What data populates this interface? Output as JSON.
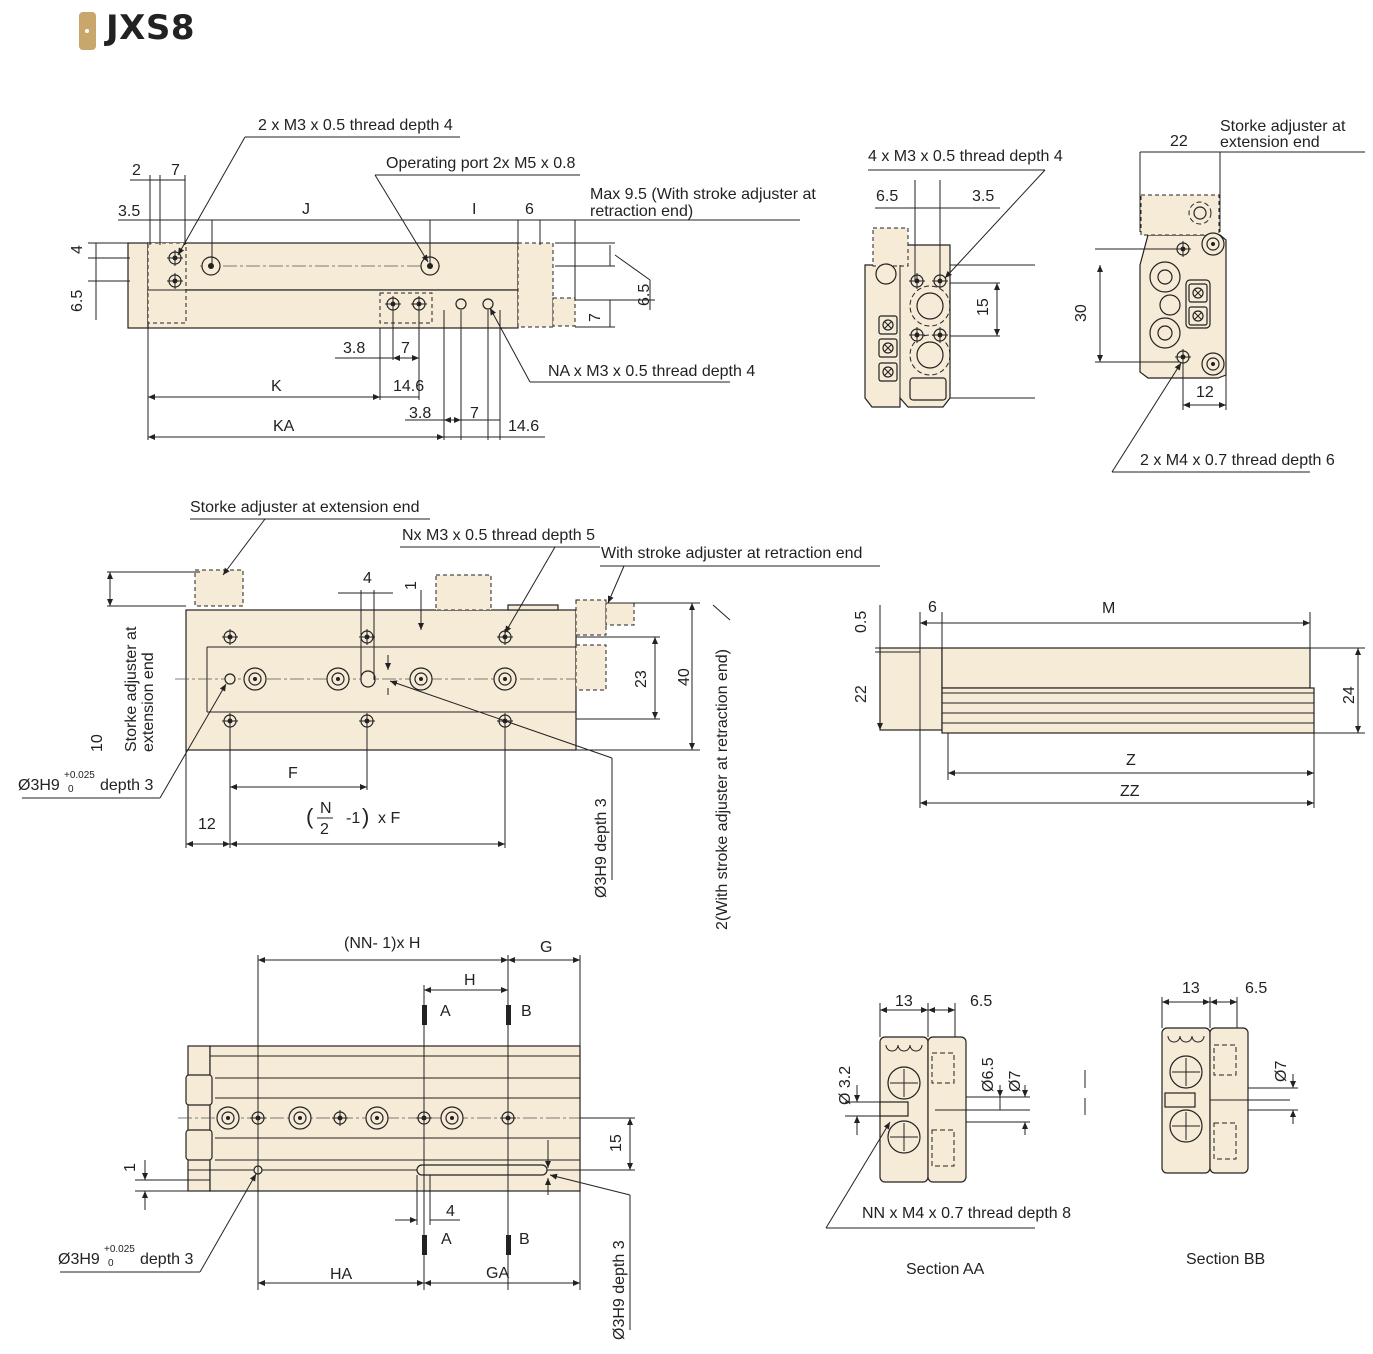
{
  "model": "JXS8",
  "colors": {
    "body": "#f6ebd7",
    "accent": "#c9a66b",
    "line": "#222222"
  },
  "side_view": {
    "note_mount_thread": "2 x M3 x 0.5 thread depth 4",
    "note_port": "Operating port 2x M5 x 0.8",
    "note_max_line1": "Max 9.5 (With stroke adjuster at",
    "note_max_line2": "retraction end)",
    "note_na": "NA x M3 x 0.5 thread depth 4",
    "dims": {
      "d2": "2",
      "d7": "7",
      "d35": "3.5",
      "J": "J",
      "I": "I",
      "d6": "6",
      "d4": "4",
      "d65": "6.5",
      "d65r": "6.5",
      "d7r": "7",
      "d38": "3.8",
      "d7b": "7",
      "K": "K",
      "d146": "14.6",
      "d38b": "3.8",
      "d7c": "7",
      "KA": "KA",
      "d146b": "14.6"
    }
  },
  "end_view_a": {
    "note": "4 x M3 x 0.5 thread depth 4",
    "d65": "6.5",
    "d35": "3.5",
    "d15": "15"
  },
  "end_view_b": {
    "note_line1": "Storke adjuster at",
    "note_line2": "extension end",
    "d22": "22",
    "d30": "30",
    "d12": "12",
    "note_bottom": "2 x M4 x 0.7 thread depth 6"
  },
  "top_view": {
    "note_stroke_ext": "Storke adjuster at extension end",
    "note_nx": "Nx M3 x 0.5 thread depth 5",
    "note_stroke_ret": "With stroke adjuster at retraction end",
    "vert_label_line1": "Storke adjuster at",
    "vert_label_line2": "extension end",
    "d10": "10",
    "d4": "4",
    "d1": "1",
    "d23": "23",
    "d40": "40",
    "vert_right": "2(With stroke adjuster at retraction end)",
    "pin_note_left": "Ø3H9",
    "pin_tol_top": "+0.025",
    "pin_tol_bot": "0",
    "pin_depth": "depth 3",
    "pin_vert": "Ø3H9 depth 3",
    "F": "F",
    "d12": "12",
    "formula_n": "N",
    "formula_2": "2",
    "formula_rest": "-1",
    "formula_xf": "x F"
  },
  "front_view": {
    "d05": "0.5",
    "d6": "6",
    "M": "M",
    "d22": "22",
    "d24": "24",
    "Z": "Z",
    "ZZ": "ZZ"
  },
  "bottom_view": {
    "NNH": "(NN- 1)x H",
    "G": "G",
    "H": "H",
    "A": "A",
    "B": "B",
    "d15": "15",
    "d1": "1",
    "d4": "4",
    "A2": "A",
    "B2": "B",
    "HA": "HA",
    "GA": "GA",
    "pin_note_left": "Ø3H9",
    "pin_tol_top": "+0.025",
    "pin_tol_bot": "0",
    "pin_depth": "depth 3",
    "pin_vert": "Ø3H9 depth 3"
  },
  "section_aa": {
    "d13": "13",
    "d65": "6.5",
    "d32": "Ø 3.2",
    "d65v": "Ø6.5",
    "d7": "Ø7",
    "note": "NN x M4 x 0.7 thread depth 8",
    "label": "Section AA"
  },
  "section_bb": {
    "d13": "13",
    "d65": "6.5",
    "d7": "Ø7",
    "label": "Section BB"
  }
}
